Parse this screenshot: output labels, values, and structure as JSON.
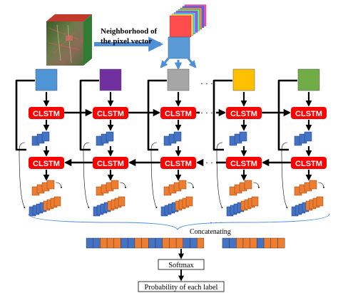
{
  "caption_top": "Neighborhood of the pixel vector",
  "caption_top_lines": [
    "Neighborhood of",
    "the pixel vector"
  ],
  "cell_label": "CLSTM",
  "ellipsis": "· · ·",
  "concat_label": "Concatenating",
  "softmax_label": "Softmax",
  "output_label": "Probability of each label",
  "columns": [
    {
      "color": "#4f95d6"
    },
    {
      "color": "#7030a0"
    },
    {
      "color": "#a6a6a6"
    },
    {
      "color": "#ffc000"
    },
    {
      "color": "#70ad47"
    }
  ],
  "colors": {
    "clstm": "#ff0000",
    "feature_blue": "#4472c4",
    "feature_orange": "#ed7d31",
    "cube_blue": "#5b9bd5",
    "arrow": "#000000",
    "hsi_arrow": "#4f8fd8"
  },
  "concat_pattern": [
    "b",
    "b",
    "o",
    "o",
    "o",
    "b",
    "b",
    "o",
    "o",
    "b",
    "b",
    "o",
    "o",
    "o",
    "b",
    "b",
    "o",
    "gap",
    "b",
    "b",
    "o",
    "o",
    "o",
    "b",
    "o",
    "o",
    "o"
  ]
}
